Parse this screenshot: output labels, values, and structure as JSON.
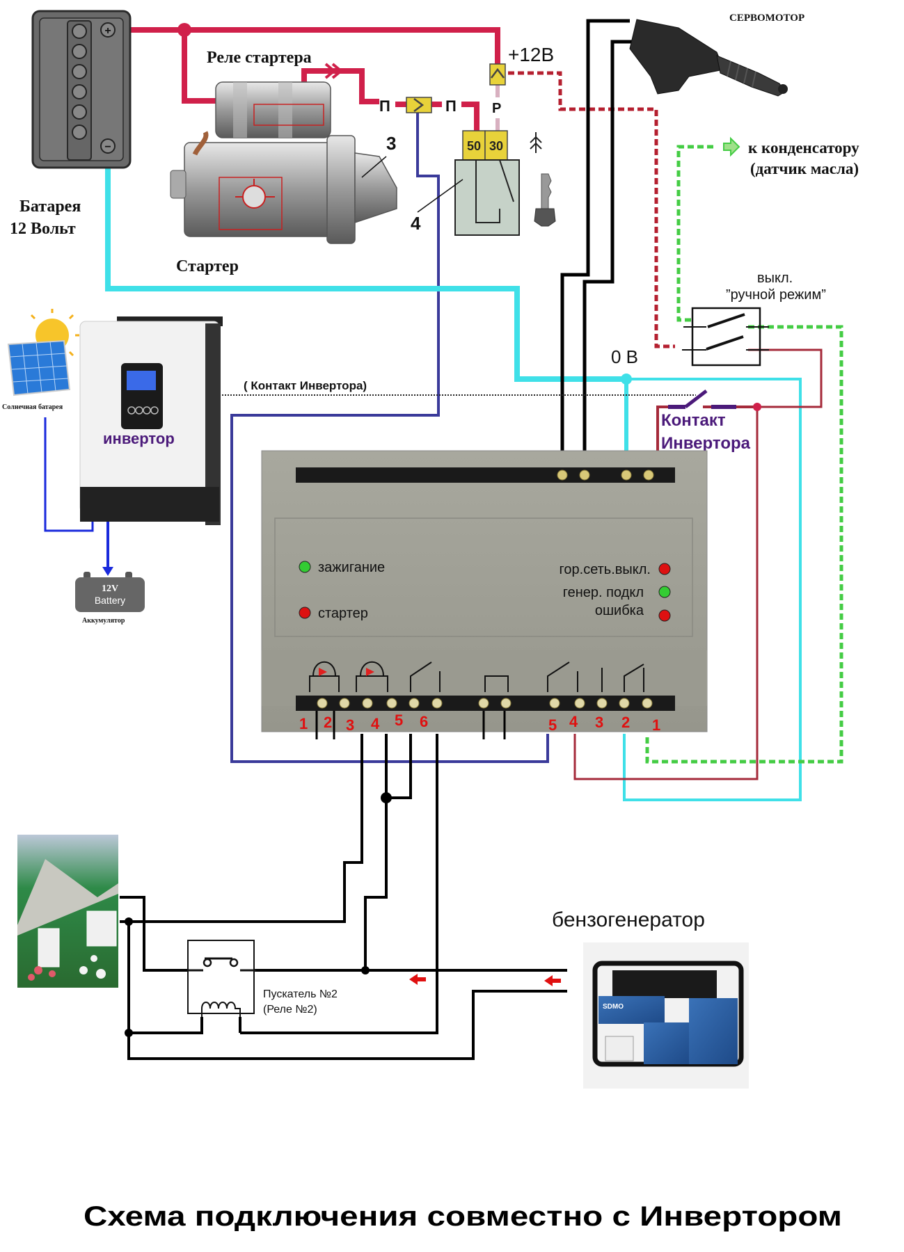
{
  "title": "Схема подключения совместно с Инвертором",
  "colors": {
    "wire_red": "#d0204a",
    "wire_darkred": "#a52a3a",
    "wire_blue": "#3a3a9a",
    "wire_cyan": "#3fe0e8",
    "wire_green": "#44cc44",
    "wire_black": "#000000",
    "connector_yellow": "#e8d23a",
    "label_purple": "#4b1a7a",
    "led_green": "#33cc33",
    "led_red": "#dd1111",
    "terminal_red": "#e01010"
  },
  "battery": {
    "label_line1": "Батарея",
    "label_line2": "12 Вольт",
    "plus": "+",
    "minus": "−"
  },
  "starter": {
    "label": "Стартер",
    "relay_label": "Реле стартера",
    "callout_3": "3",
    "callout_4": "4"
  },
  "ignition": {
    "terminal_50": "50",
    "terminal_30": "30",
    "pin_p1": "П",
    "pin_p2": "П",
    "pin_r": "Р",
    "supply": "+12В"
  },
  "servo": {
    "label": "СЕРВОМОТОР"
  },
  "condenser": {
    "line1": "к конденсатору",
    "line2": "(датчик масла)"
  },
  "manual_switch": {
    "line1": "выкл.",
    "line2": "”ручной режим”"
  },
  "zero_volt": "0 В",
  "inverter_contact": {
    "dotted_label": "( Контакт  Инвертора)",
    "line1": "Контакт",
    "line2": "Инвертора"
  },
  "inverter": {
    "label": "инвертор",
    "solar_label": "Солнечная батарея",
    "battery_v": "12V",
    "battery_word": "Battery",
    "battery_label": "Аккумулятор"
  },
  "controller": {
    "leds_left": [
      {
        "label": "зажигание",
        "color": "green"
      },
      {
        "label": "стартер",
        "color": "red"
      }
    ],
    "leds_right": [
      {
        "label": "гор.сеть.выкл.",
        "color": "red"
      },
      {
        "label": "генер. подкл",
        "color": "green"
      },
      {
        "label": "ошибка",
        "color": "red"
      }
    ],
    "terminals_left": [
      "1",
      "2",
      "3",
      "4",
      "5",
      "6"
    ],
    "terminals_right": [
      "5",
      "4",
      "3",
      "2",
      "1"
    ]
  },
  "relay2": {
    "line1": "Пускатель №2",
    "line2": "(Реле №2)"
  },
  "generator": {
    "label": "бензогенератор",
    "brand": "SDMO"
  }
}
